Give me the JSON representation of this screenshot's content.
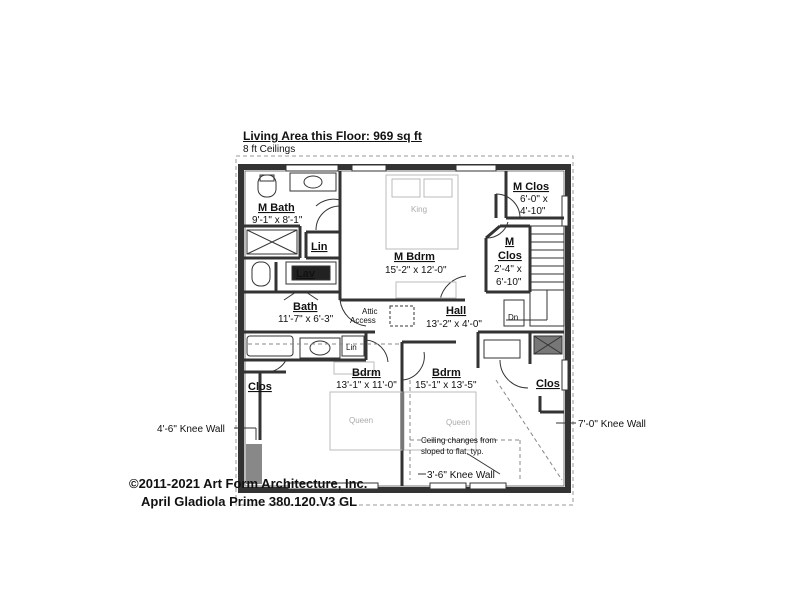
{
  "header": {
    "living_area": "Living Area this Floor: 969 sq ft",
    "ceilings": "8 ft Ceilings"
  },
  "rooms": {
    "m_bath": {
      "name": "M Bath",
      "dims": "9'-1\" x 8'-1\""
    },
    "lin_1": {
      "name": "Lin"
    },
    "lav": {
      "name": "Lav"
    },
    "bath": {
      "name": "Bath",
      "dims": "11'-7\" x 6'-3\""
    },
    "lin_2": {
      "name": "Lin"
    },
    "m_bdrm": {
      "name": "M Bdrm",
      "dims": "15'-2\" x 12'-0\""
    },
    "m_clos_1": {
      "name": "M Clos",
      "dims_1": "6'-0\" x",
      "dims_2": "4'-10\""
    },
    "m_clos_2": {
      "name_1": "M",
      "name_2": "Clos",
      "dims_1": "2'-4\" x",
      "dims_2": "6'-10\""
    },
    "hall": {
      "name": "Hall",
      "dims": "13'-2\" x 4'-0\""
    },
    "attic": {
      "line1": "Attic",
      "line2": "Access"
    },
    "stair_dn": "Dn",
    "clos_left": {
      "name": "Clos"
    },
    "bdrm_1": {
      "name": "Bdrm",
      "dims": "13'-1\" x 11'-0\""
    },
    "bdrm_2": {
      "name": "Bdrm",
      "dims": "15'-1\" x 13'-5\""
    },
    "clos_right": {
      "name": "Clos"
    }
  },
  "furniture": {
    "king": "King",
    "queen_1": "Queen",
    "queen_2": "Queen"
  },
  "notes": {
    "knee_wall_left": "4'-6\" Knee Wall",
    "knee_wall_right": "7'-0\" Knee Wall",
    "knee_wall_bottom": "3'-6\" Knee Wall",
    "ceiling_1": "Ceiling changes from",
    "ceiling_2": "sloped to flat, typ."
  },
  "footer": {
    "copyright": "©2011-2021 Art Form Architecture, Inc.",
    "plan_name": "April Gladiola Prime 380.120.V3 GL"
  }
}
